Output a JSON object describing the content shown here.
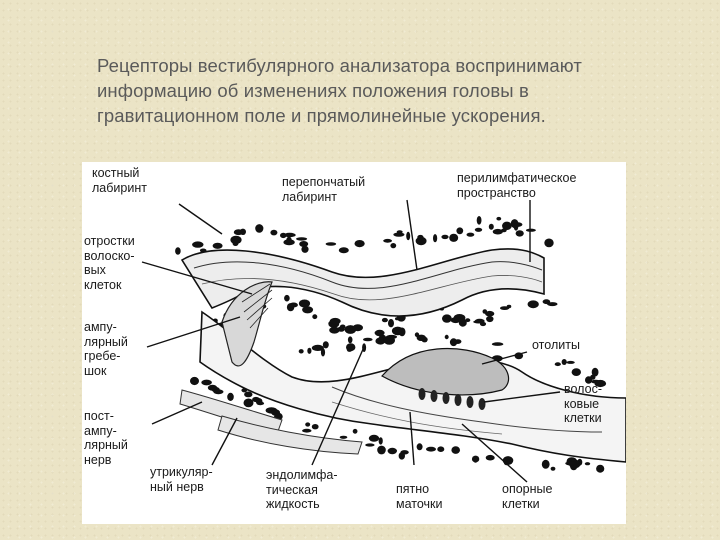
{
  "slide": {
    "text_lines": [
      "Рецепторы вестибулярного анализатора воспринимают",
      "информацию об изменениях положения головы в",
      "гравитационном поле и прямолинейные ускорения."
    ]
  },
  "diagram": {
    "labels": {
      "bony_labyrinth": "костный\nлабиринт",
      "membranous_labyrinth": "перепончатый\nлабиринт",
      "perilymphatic_space": "перилимфатическое\nпространство",
      "hair_cell_processes": "отростки\nволоско-\nвых\nклеток",
      "ampullary_crest": "ампу-\nлярный\nгребе-\nшок",
      "otoliths": "отолиты",
      "hair_cells": "волос-\nковые\nклетки",
      "postampullary_nerve": "пост-\nампу-\nлярный\nнерв",
      "utricular_nerve": "утрикуляр-\nный нерв",
      "endolymph": "эндолимфа-\nтическая\nжидкость",
      "macula": "пятно\nматочки",
      "supporting_cells": "опорные\nклетки"
    }
  }
}
